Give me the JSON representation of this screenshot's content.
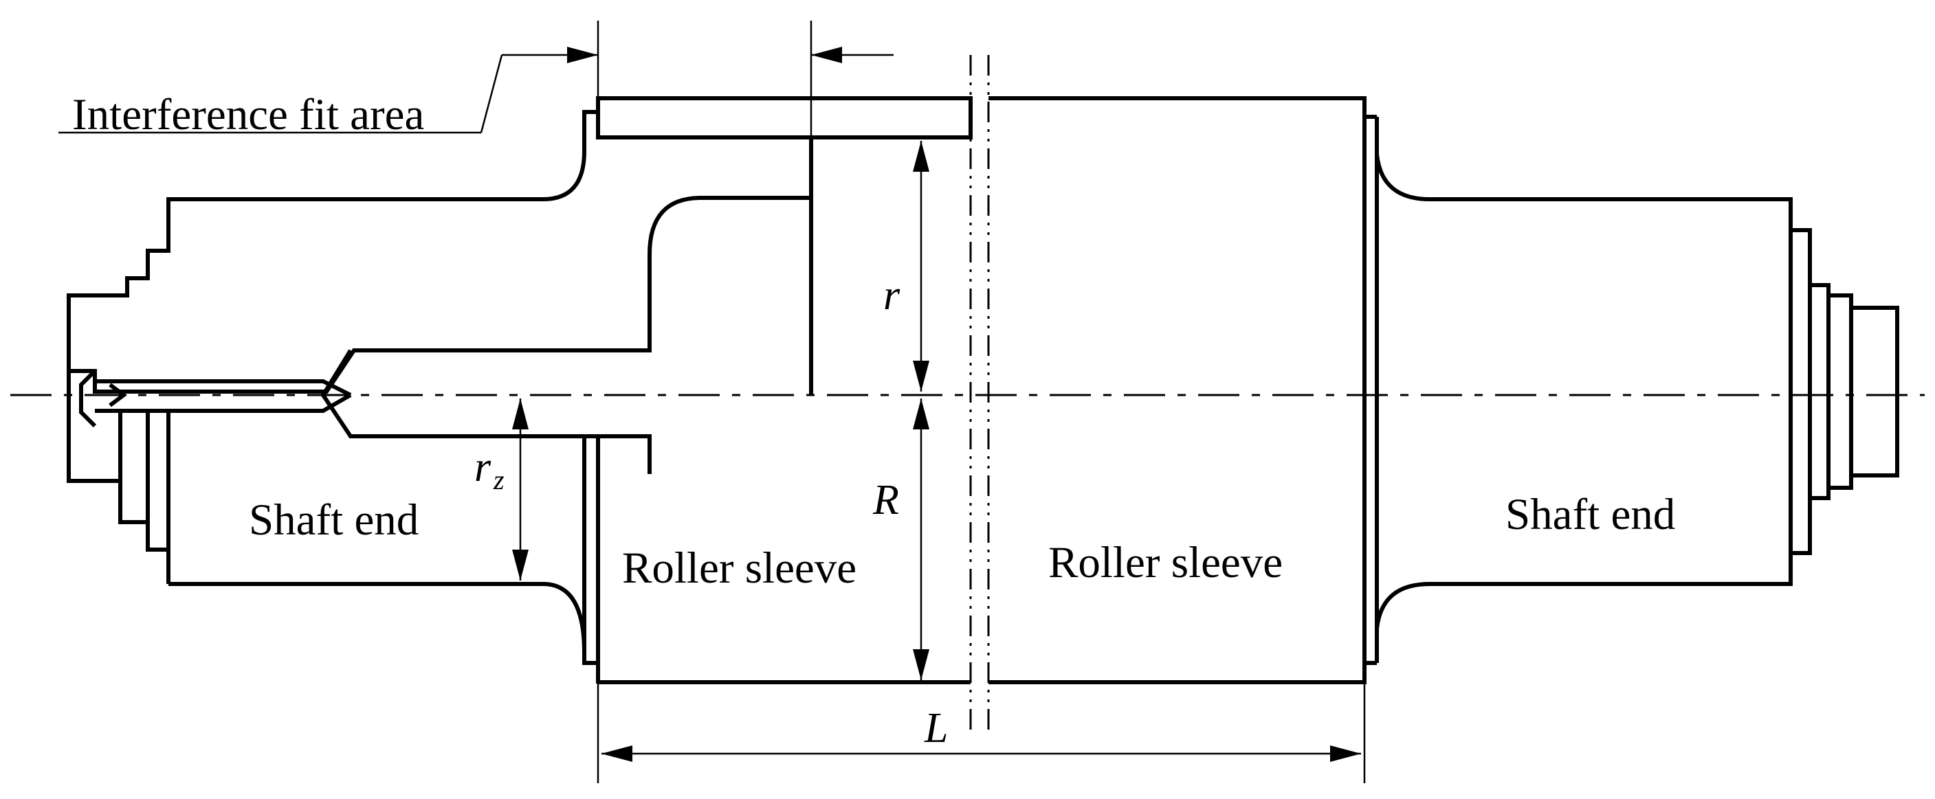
{
  "labels": {
    "interference": "Interference fit area",
    "shaft_left": "Shaft end",
    "shaft_right": "Shaft end",
    "roller_left": "Roller sleeve",
    "roller_right": "Roller sleeve"
  },
  "symbols": {
    "r": "r",
    "r_z_base": "r",
    "r_z_sub": "z",
    "R": "R",
    "L": "L"
  }
}
